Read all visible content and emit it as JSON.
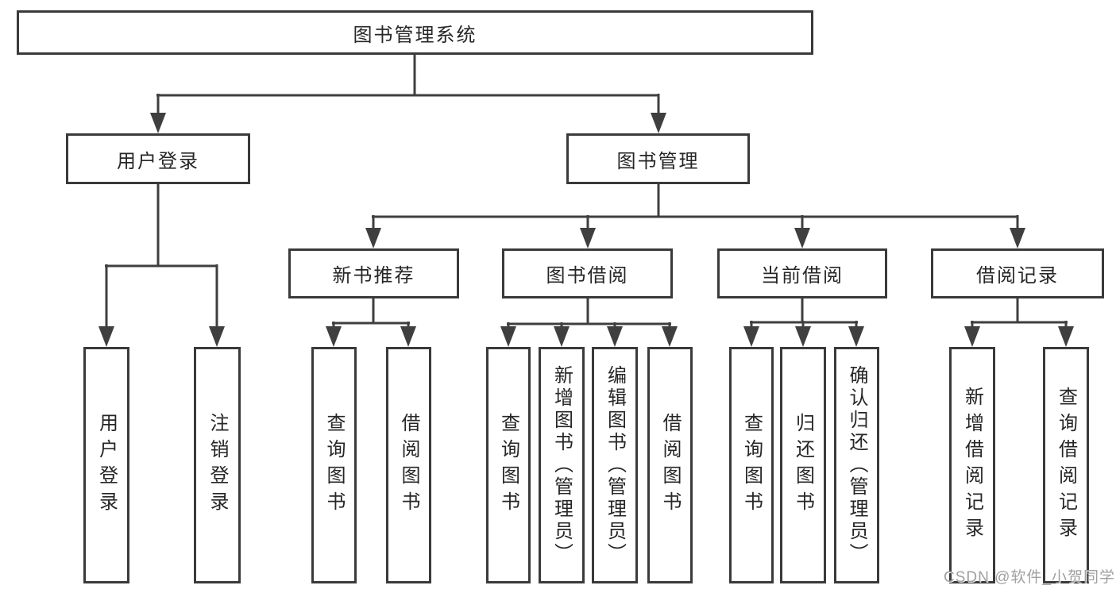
{
  "colors": {
    "line": "#3f3f3f",
    "border": "#3a3a3a",
    "text": "#262626",
    "watermark": "#a0a0a0",
    "bg": "#ffffff"
  },
  "tree": {
    "root": {
      "label": "图书管理系统"
    },
    "children": [
      {
        "key": "user-login",
        "label": "用户登录",
        "leaves": [
          "用户登录",
          "注销登录"
        ]
      },
      {
        "key": "book-management",
        "label": "图书管理",
        "groups": [
          {
            "key": "new-book-recommend",
            "label": "新书推荐",
            "leaves": [
              "查询图书",
              "借阅图书"
            ]
          },
          {
            "key": "book-borrowing",
            "label": "图书借阅",
            "leaves": [
              "查询图书",
              "新增图书（管理员）",
              "编辑图书（管理员）",
              "借阅图书"
            ]
          },
          {
            "key": "current-borrowing",
            "label": "当前借阅",
            "leaves": [
              "查询图书",
              "归还图书",
              "确认归还（管理员）"
            ]
          },
          {
            "key": "borrowing-records",
            "label": "借阅记录",
            "leaves": [
              "新增借阅记录",
              "查询借阅记录"
            ]
          }
        ]
      }
    ]
  },
  "watermark": {
    "text": "CSDN @软件_小贺同学"
  }
}
